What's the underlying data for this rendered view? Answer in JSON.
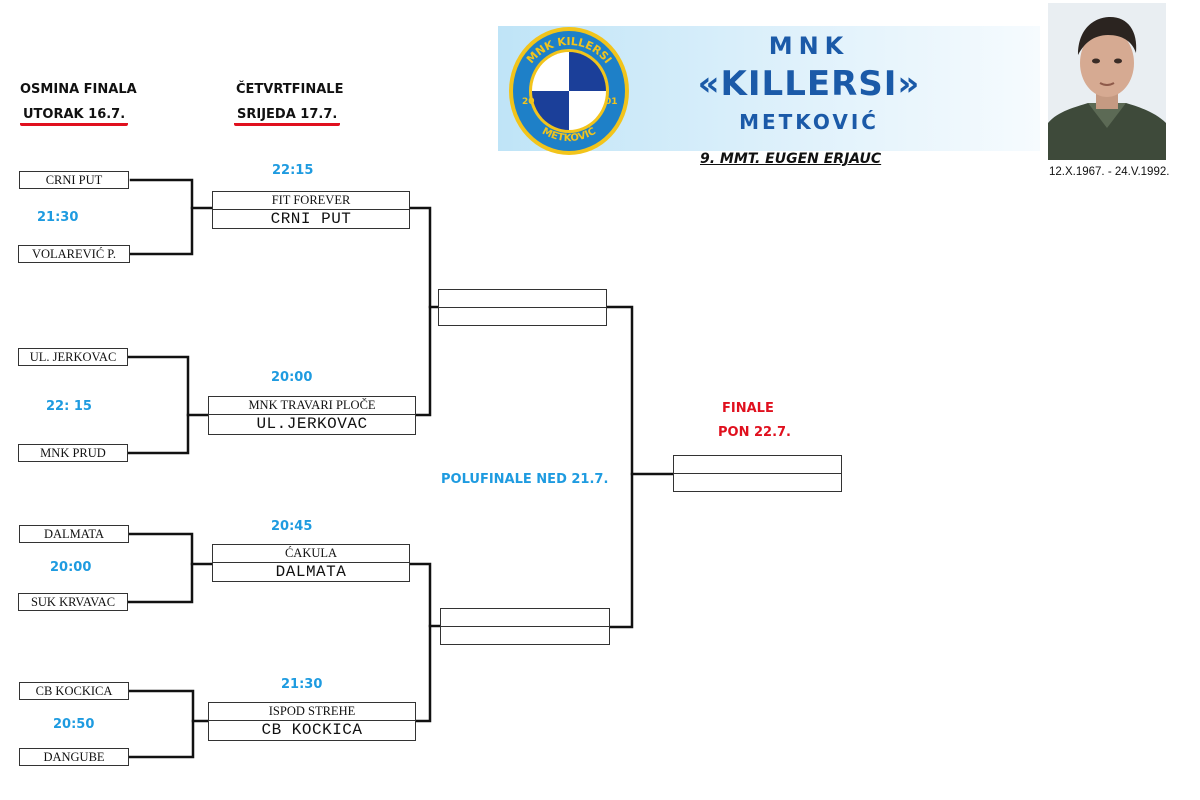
{
  "headers": {
    "round1_title": "OSMINA FINALA",
    "round1_date": "UTORAK 16.7.",
    "round2_title": "ČETVRTFINALE",
    "round2_date": "SRIJEDA 17.7.",
    "semifinal_label": "POLUFINALE   NED 21.7.",
    "final_title": "FINALE",
    "final_date": "PON 22.7."
  },
  "club": {
    "line1": "MNK",
    "line2": "«KILLERSI»",
    "line3": "METKOVIĆ",
    "tournament": "9. MMT. EUGEN ERJAUC",
    "life_dates": "12.X.1967. - 24.V.1992.",
    "logo_ring_text": "MNK KILLERSI",
    "logo_bottom_text": "METKOVIĆ",
    "logo_year_left": "20",
    "logo_year_right": "01",
    "colors": {
      "brand_blue": "#1b5aa8",
      "ring_blue": "#1e80c8",
      "logo_yellow": "#f2c41b"
    }
  },
  "round1": {
    "matches": [
      {
        "time": "21:30",
        "team_a": "CRNI PUT",
        "team_b": "VOLAREVIĆ P."
      },
      {
        "time": "22: 15",
        "team_a": "UL. JERKOVAC",
        "team_b": "MNK PRUD"
      },
      {
        "time": "20:00",
        "team_a": "DALMATA",
        "team_b": "SUK KRVAVAC"
      },
      {
        "time": "20:50",
        "team_a": "CB KOCKICA",
        "team_b": "DANGUBE"
      }
    ]
  },
  "quarterfinals": {
    "matches": [
      {
        "time": "22:15",
        "team_a": "FIT FOREVER",
        "team_b": "CRNI PUT"
      },
      {
        "time": "20:00",
        "team_a": "MNK TRAVARI PLOČE",
        "team_b": "UL.JERKOVAC"
      },
      {
        "time": "20:45",
        "team_a": "ĆAKULA",
        "team_b": "DALMATA"
      },
      {
        "time": "21:30",
        "team_a": "ISPOD STREHE",
        "team_b": "CB KOCKICA"
      }
    ]
  },
  "semifinals": {
    "matches": [
      {
        "team_a": "",
        "team_b": ""
      },
      {
        "team_a": "",
        "team_b": ""
      }
    ]
  },
  "final": {
    "team_a": "",
    "team_b": ""
  }
}
